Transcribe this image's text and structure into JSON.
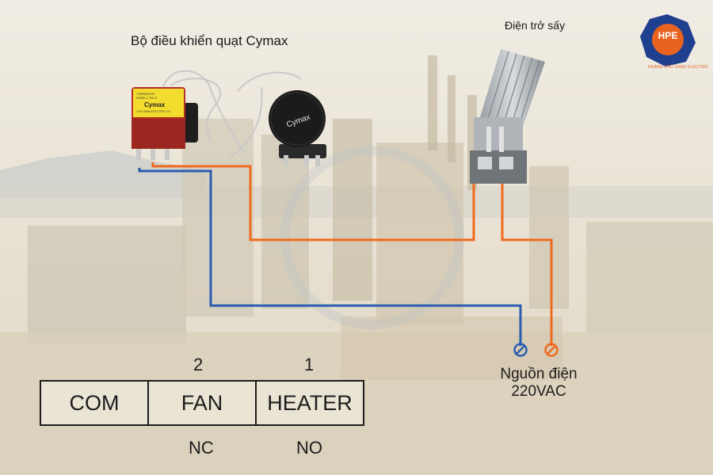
{
  "controller": {
    "title": "Bộ điều khiển quạt Cymax",
    "relay_brand": "Cymax",
    "relay_fine_print_1": "THERMOSTAT",
    "relay_fine_print_2": "MODEL: LTS1-S",
    "relay_fine_print_3": "CHO YAMA ELECTRIC CO.",
    "dial_brand": "Cymax"
  },
  "heater": {
    "title": "Điện trở sấy"
  },
  "brand": {
    "logo_text": "HPE",
    "caption": "HOÀNG PHÚ SANG ELECTRIC"
  },
  "terminals": {
    "com": "COM",
    "fan": "FAN",
    "heater": "HEATER",
    "fan_number": "2",
    "heater_number": "1",
    "fan_state": "NC",
    "heater_state": "NO"
  },
  "power": {
    "line1": "Nguồn điện",
    "line2": "220VAC"
  },
  "colors": {
    "wire_blue": "#2a5db0",
    "wire_orange": "#f06a1e",
    "relay_red": "#c0312b",
    "label_yellow": "#f2dd2e",
    "brand_orange": "#e8631f",
    "brand_blue": "#1f3f8f"
  }
}
